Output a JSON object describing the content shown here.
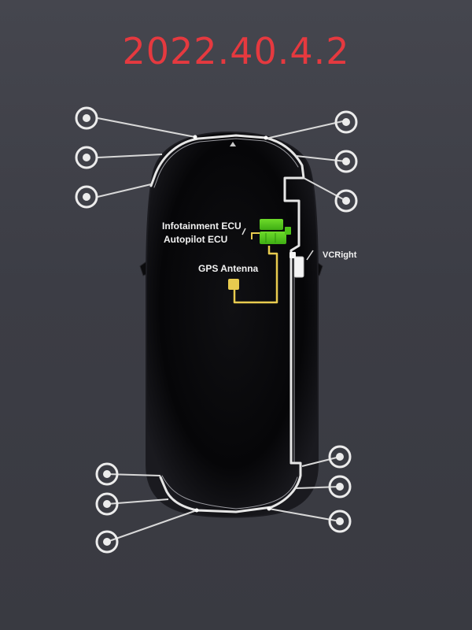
{
  "header": {
    "version": "2022.40.4.2"
  },
  "labels": {
    "infotainment_ecu": "Infotainment ECU",
    "autopilot_ecu": "Autopilot ECU",
    "gps_antenna": "GPS Antenna",
    "vc_right": "VCRight"
  },
  "colors": {
    "version_text": "#e5393f",
    "ecu_green": "#55c81e",
    "gps_yellow": "#e8cb4f",
    "wire_white": "#e6e6e6",
    "vehicle_body": "#070709"
  },
  "icons": {
    "sensor": "circle-sensor-icon"
  }
}
